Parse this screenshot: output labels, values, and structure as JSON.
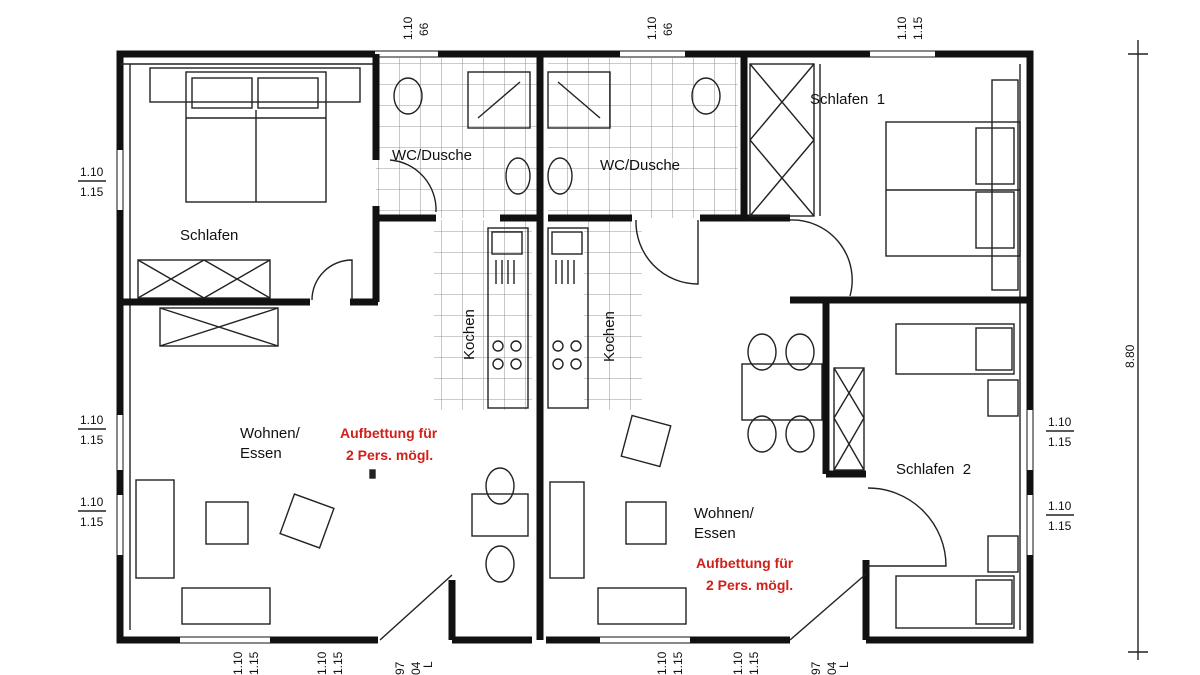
{
  "rooms": {
    "schlafen_left": "Schlafen",
    "wc_left": "WC/Dusche",
    "wc_right": "WC/Dusche",
    "schlafen1": "Schlafen  1",
    "kochen_left": "Kochen",
    "kochen_right": "Kochen",
    "wohnen_left_1": "Wohnen/",
    "wohnen_left_2": "Essen",
    "wohnen_right_1": "Wohnen/",
    "wohnen_right_2": "Essen",
    "schlafen2": "Schlafen  2"
  },
  "notes": {
    "left_1": "Aufbettung für",
    "left_2": "2 Pers. mögl.",
    "right_1": "Aufbettung für",
    "right_2": "2 Pers. mögl."
  },
  "dims": {
    "top1_a": "1.10",
    "top1_b": "66",
    "top2_a": "1.10",
    "top2_b": "66",
    "top3_a": "1.10",
    "top3_b": "1.15",
    "left1_a": "1.10",
    "left1_b": "1.15",
    "left2_a": "1.10",
    "left2_b": "1.15",
    "left3_a": "1.10",
    "left3_b": "1.15",
    "right1_a": "1.10",
    "right1_b": "1.15",
    "right2_a": "1.10",
    "right2_b": "1.15",
    "height": "8.80",
    "bot1_a": "1.10",
    "bot1_b": "1.15",
    "bot2_a": "1.10",
    "bot2_b": "1.15",
    "bot3_a": "97",
    "bot3_b": "04",
    "bot3_c": "L",
    "bot4_a": "1.10",
    "bot4_b": "1.15",
    "bot5_a": "1.10",
    "bot5_b": "1.15",
    "bot6_a": "97",
    "bot6_b": "04",
    "bot6_c": "L"
  }
}
